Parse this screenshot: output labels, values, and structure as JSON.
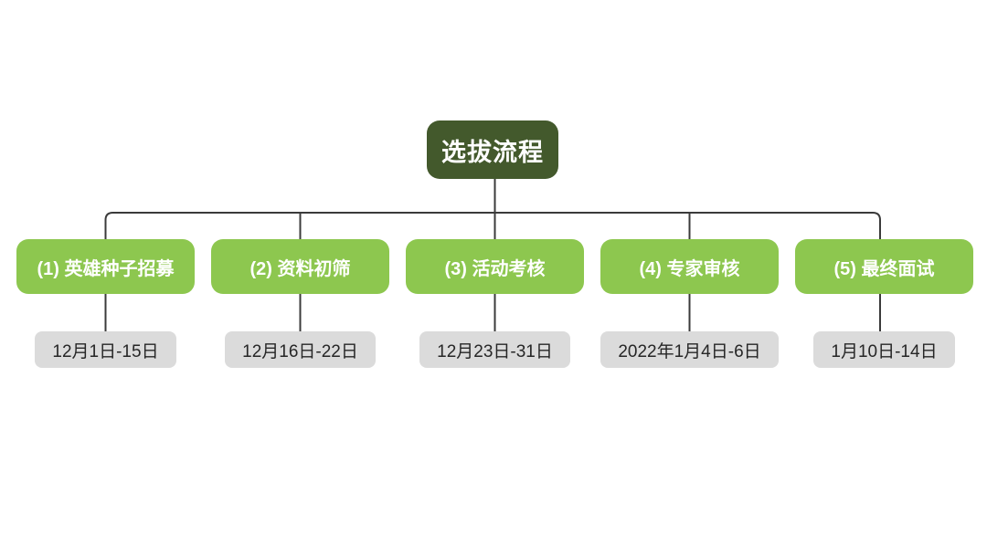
{
  "flowchart": {
    "root": {
      "label": "选拔流程",
      "bg_color": "#43592c",
      "text_color": "#ffffff"
    },
    "steps": [
      {
        "label": "(1) 英雄种子招募",
        "date": "12月1日-15日"
      },
      {
        "label": "(2) 资料初筛",
        "date": "12月16日-22日"
      },
      {
        "label": "(3) 活动考核",
        "date": "12月23日-31日"
      },
      {
        "label": "(4) 专家审核",
        "date": "2022年1月4日-6日"
      },
      {
        "label": "(5) 最终面试",
        "date": "1月10日-14日"
      }
    ],
    "colors": {
      "step_bg": "#8dc74f",
      "step_text": "#ffffff",
      "date_bg": "#dbdbdb",
      "date_text": "#262626",
      "connector": "#3b3b3b",
      "background": "#ffffff"
    }
  }
}
